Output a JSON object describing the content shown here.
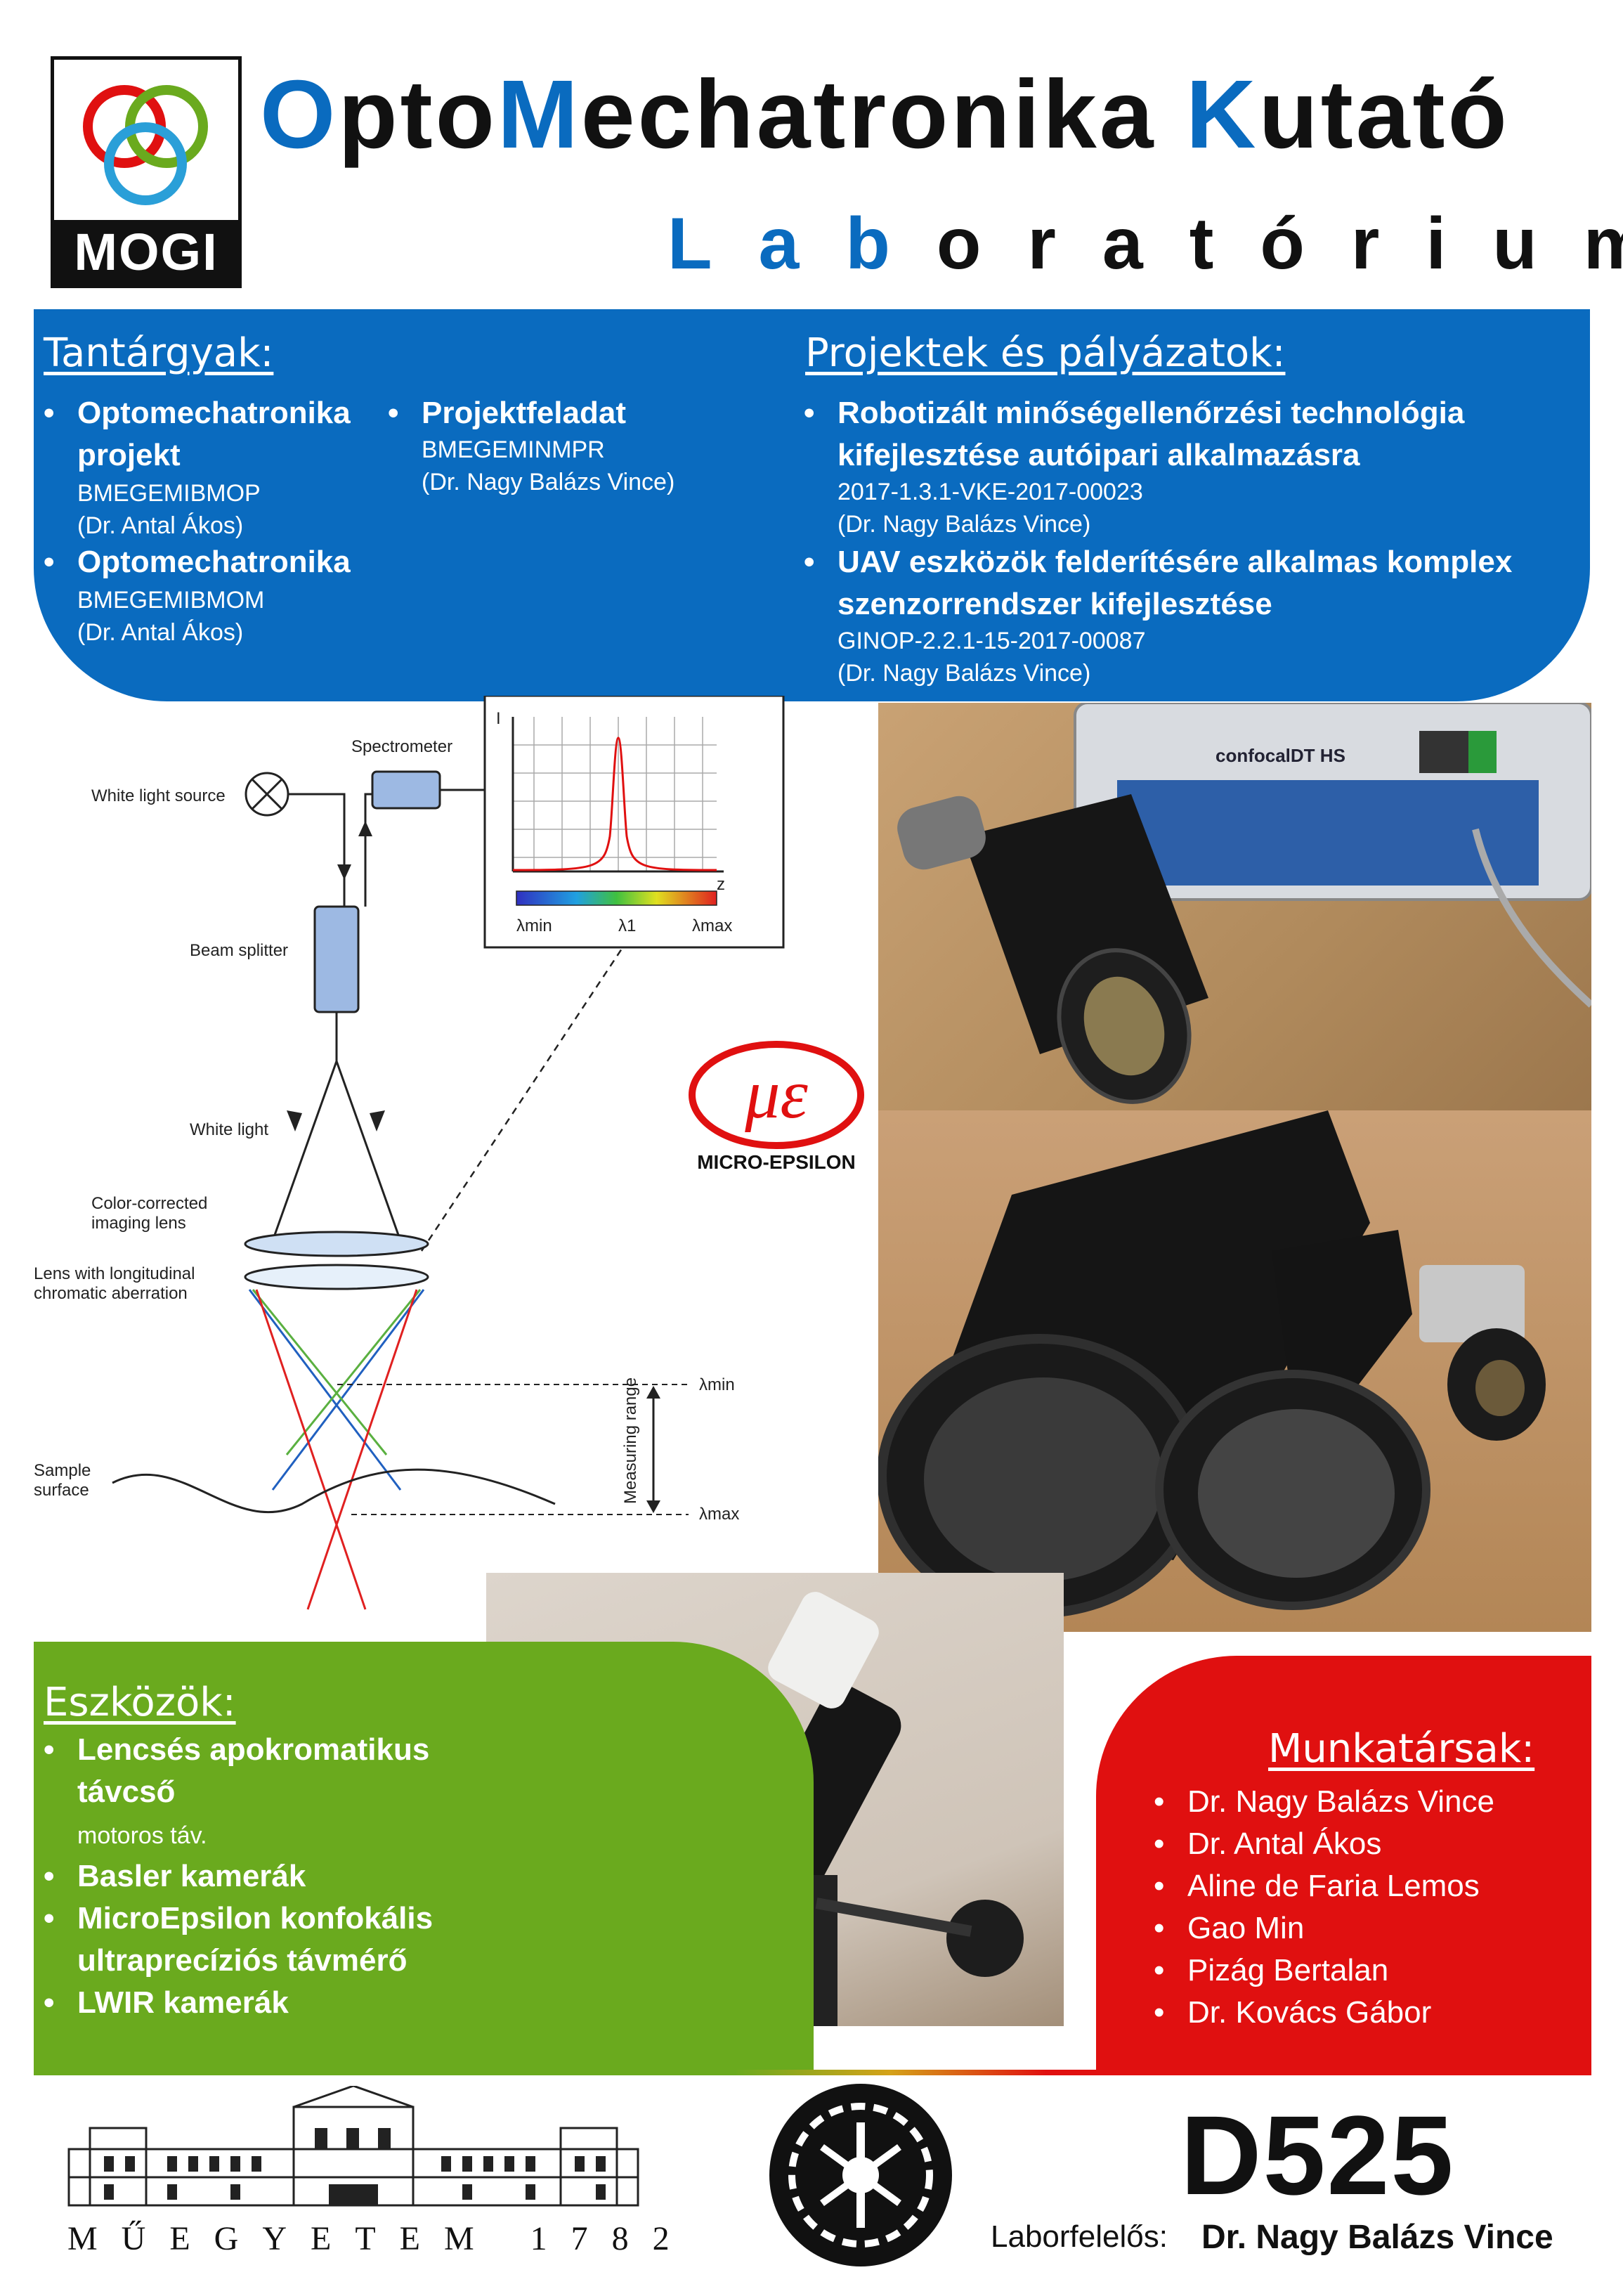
{
  "header": {
    "logo_text": "MOGI",
    "title_parts": [
      {
        "text": "O",
        "color": "blue"
      },
      {
        "text": "pto",
        "color": "black"
      },
      {
        "text": "M",
        "color": "blue"
      },
      {
        "text": "echatronika ",
        "color": "black"
      },
      {
        "text": "K",
        "color": "blue"
      },
      {
        "text": "utató",
        "color": "black"
      }
    ],
    "subtitle_parts": [
      {
        "text": "Lab",
        "color": "blue"
      },
      {
        "text": "oratórium",
        "color": "black"
      }
    ]
  },
  "colors": {
    "blue": "#0a6bbf",
    "green": "#6aaa1e",
    "red": "#e01010"
  },
  "courses": {
    "heading": "Tantárgyak:",
    "items": [
      {
        "line1": "Optomechatronika",
        "line2": "projekt",
        "code": "BMEGEMIBMOP",
        "person": "(Dr. Antal Ákos)"
      },
      {
        "line1": "Optomechatronika",
        "code": "BMEGEMIBMOM",
        "person": "(Dr. Antal Ákos)"
      },
      {
        "line1": "Projektfeladat",
        "code": "BMEGEMINMPR",
        "person": "(Dr. Nagy Balázs Vince)"
      }
    ]
  },
  "projects": {
    "heading": "Projektek és pályázatok:",
    "items": [
      {
        "line1": "Robotizált minőségellenőrzési technológia",
        "line2": "kifejlesztése autóipari alkalmazásra",
        "code": "2017-1.3.1-VKE-2017-00023",
        "person": "(Dr. Nagy Balázs Vince)"
      },
      {
        "line1": "UAV eszközök felderítésére alkalmas komplex",
        "line2": "szenzorrendszer kifejlesztése",
        "code": "GINOP-2.2.1-15-2017-00087",
        "person": "(Dr. Nagy Balázs Vince)"
      }
    ]
  },
  "diagram": {
    "white_light_source": "White light source",
    "spectrometer": "Spectrometer",
    "beam_splitter": "Beam splitter",
    "white_light": "White light",
    "color_corrected_1": "Color-corrected",
    "color_corrected_2": "imaging lens",
    "lens_long_1": "Lens with longitudinal",
    "lens_long_2": "chromatic aberration",
    "sample_1": "Sample",
    "sample_2": "surface",
    "measuring_range": "Measuring range",
    "axis_i": "I",
    "axis_z": "z",
    "lambda_min": "λmin",
    "lambda_1": "λ1",
    "lambda_max": "λmax"
  },
  "microepsilon": {
    "text": "MICRO-EPSILON"
  },
  "photo1": {
    "brand": "confocalDT HS"
  },
  "tools": {
    "heading": "Eszközök:",
    "items": [
      {
        "line1": "Lencsés apokromatikus",
        "line2": "távcső",
        "sub": "motoros táv."
      },
      {
        "line1": "Basler kamerák"
      },
      {
        "line1": "MicroEpsilon konfokális",
        "line2": "ultraprecíziós távmérő"
      },
      {
        "line1": "LWIR kamerák"
      }
    ]
  },
  "staff": {
    "heading": "Munkatársak:",
    "items": [
      "Dr. Nagy Balázs Vince",
      "Dr. Antal Ákos",
      "Aline de Faria Lemos",
      "Gao Min",
      "Pizág Bertalan",
      "Dr. Kovács Gábor"
    ]
  },
  "footer": {
    "muegyetem": "MŰEGYETEM 1782",
    "room": "D525",
    "lab_label": "Laborfelelős:",
    "lab_person": "Dr. Nagy Balázs Vince"
  }
}
